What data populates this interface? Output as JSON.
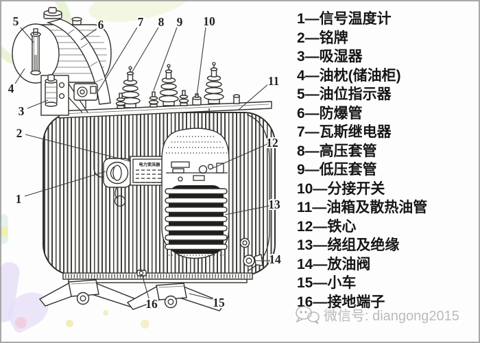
{
  "diagram": {
    "nameplate_title": "电力变压器",
    "callouts": [
      "1",
      "2",
      "3",
      "4",
      "5",
      "6",
      "7",
      "8",
      "9",
      "10",
      "11",
      "12",
      "13",
      "14",
      "15",
      "16"
    ]
  },
  "legend": {
    "items": [
      "1—信号温度计",
      "2—铭牌",
      "3—吸湿器",
      "4—油枕(储油柜)",
      "5—油位指示器",
      "6—防爆管",
      "7—瓦斯继电器",
      "8—高压套管",
      "9—低压套管",
      "10—分接开关",
      "11—油箱及散热油管",
      "12—铁心",
      "13—绕组及绝缘",
      "14—放油阀",
      "15—小车",
      "16—接地端子"
    ]
  },
  "watermark": {
    "icon": "wechat-icon",
    "text": "微信号: diangong2015"
  },
  "colors": {
    "line_art": "#2f2e2a",
    "legend_text": "#161616",
    "watermark_gray": "#b7b7b7",
    "paper": "#fdfdfd",
    "decor_green": "#e3f0cb",
    "decor_purple": "#e7def7"
  }
}
